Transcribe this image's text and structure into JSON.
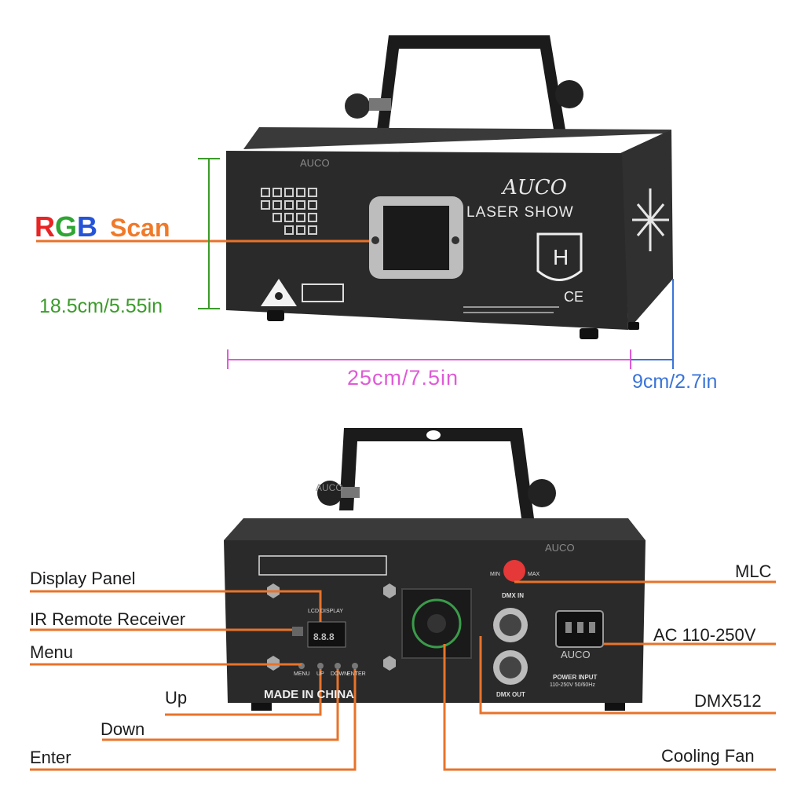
{
  "colors": {
    "leader": "#e8732a",
    "height_dim": "#3b9b2a",
    "width_dim": "#e05ad8",
    "depth_dim": "#3a74d8",
    "rgb_r": "#e82424",
    "rgb_g": "#2ea534",
    "rgb_b": "#2454d8",
    "scan": "#f07a2a",
    "device_body": "#2a2a2a"
  },
  "top": {
    "rgb_r": "R",
    "rgb_g": "G",
    "rgb_b": "B",
    "scan": "Scan",
    "height": "18.5cm/5.55in",
    "width": "25cm/7.5in",
    "depth": "9cm/2.7in",
    "watermark": "AUCO",
    "brand_logo": "AUCO",
    "laser_show": "LASER SHOW",
    "class_mark": "H",
    "ce_mark": "CE"
  },
  "bottom": {
    "watermark_1": "AUCO",
    "watermark_2": "AUCO",
    "lcd_display": "LCD DISPLAY",
    "btn_menu": "MENU",
    "btn_up": "UP",
    "btn_down": "DOWN",
    "btn_enter": "ENTER",
    "made_in": "MADE IN CHINA",
    "dmx_in": "DMX IN",
    "dmx_out": "DMX OUT",
    "power_input": "POWER INPUT",
    "power_spec": "110-250V 50/60Hz",
    "knob_min": "MIN",
    "knob_max": "MAX",
    "socket_brand": "AUCO",
    "labels": {
      "display_panel": "Display Panel",
      "ir_remote": "IR Remote Receiver",
      "menu": "Menu",
      "up": "Up",
      "down": "Down",
      "enter": "Enter",
      "mlc": "MLC",
      "ac": "AC 110-250V",
      "dmx512": "DMX512",
      "cooling_fan": "Cooling Fan"
    }
  }
}
